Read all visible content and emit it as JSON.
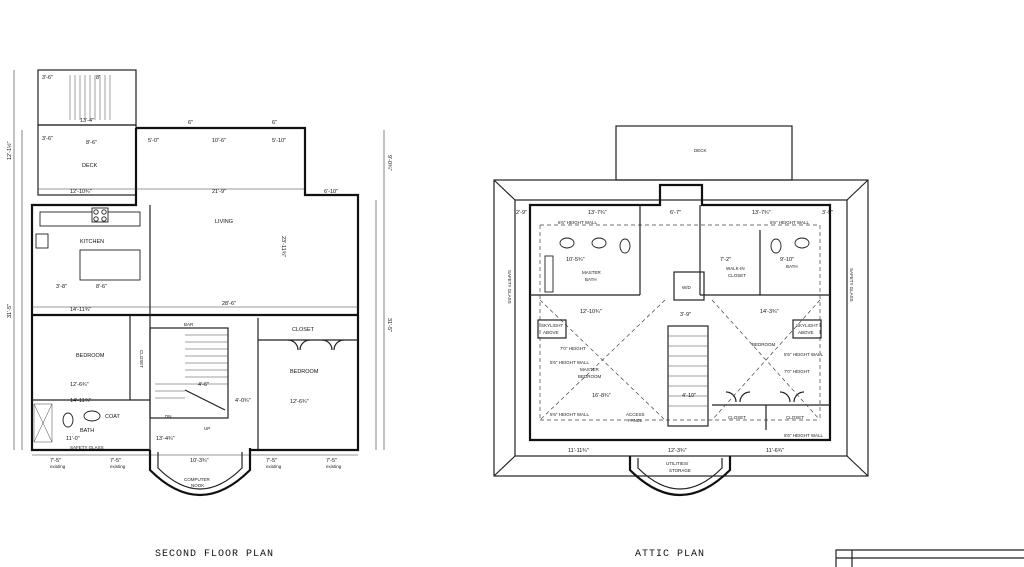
{
  "titles": {
    "second_floor": "SECOND FLOOR PLAN",
    "attic": "ATTIC PLAN"
  },
  "second_floor": {
    "rooms": {
      "deck": "DECK",
      "living": "LIVING",
      "kitchen": "KITCHEN",
      "bedroom_left": "BEDROOM",
      "closet_vertical": "CLOSET",
      "coat": "COAT",
      "bath": "BATH",
      "safety_glass": "SAFETY GLASS",
      "bar": "BAR",
      "dn": "DN",
      "up": "UP",
      "computer_nook_1": "COMPUTER",
      "computer_nook_2": "NOOK",
      "closet_right": "CLOSET",
      "bedroom_right": "BEDROOM"
    },
    "dims": {
      "stair_top": "3'-6\"",
      "stair_top2": "8'",
      "deck_side": "13'-4\"",
      "deck_left": "3'-6\"",
      "deck_mid": "8'-6\"",
      "deck_width": "12'-10¾\"",
      "living_top1": "6\"",
      "living_top2": "6\"",
      "living_a": "5'-0\"",
      "living_b": "10'-6\"",
      "living_c": "5'-10\"",
      "living_width": "21'-9\"",
      "living_right": "6'-10\"",
      "living_depth": "23'-11¾\"",
      "kitchen_a": "3'-8\"",
      "kitchen_b": "8'-6\"",
      "overall_mid": "28'-6\"",
      "bedroom_top": "14'-11¾\"",
      "bedroom_w": "12'-6¾\"",
      "bedroom_b": "14'-11¾\"",
      "stairs_a": "4'-6\"",
      "stairs_b": "4'-0¾\"",
      "bath_w": "11'-0\"",
      "stair_run": "13'-4¾\"",
      "nook": "10'-3¾\"",
      "right_bed_w": "12'-6¾\"",
      "bottom_l": "7'-5\"",
      "bottom_l2": "7'-5\"",
      "bottom_r": "7'-5\"",
      "bottom_r2": "7'-5\"",
      "existing": "existing",
      "left_overall": "31'-5\"",
      "left_upper": "12'-1½\"",
      "right_overall": "31'-5\"",
      "right_upper": "9'-0¾\""
    }
  },
  "attic": {
    "rooms": {
      "deck": "DECK",
      "master_bath_1": "MASTER",
      "master_bath_2": "BATH",
      "master_bedroom_1": "MASTER",
      "master_bedroom_2": "BEDROOM",
      "skylight_left_1": "SKYLIGHT",
      "skylight_left_2": "ABOVE",
      "skylight_right_1": "SKYLIGHT",
      "skylight_right_2": "ABOVE",
      "wd": "W/D",
      "walk_in_1": "WALK-IN",
      "walk_in_2": "CLOSET",
      "bath": "BATH",
      "bedroom": "BEDROOM",
      "closet_a": "CLOSET",
      "closet_b": "CLOSET",
      "access_1": "ACCESS",
      "access_2": "PANEL",
      "utilities_1": "UTILITIES/",
      "utilities_2": "STORAGE",
      "safety_glass_l": "SAFETY GLASS",
      "safety_glass_r": "SAFETY GLASS"
    },
    "notes": {
      "h6_top_l": "6'6\" HEIGHT WALL",
      "h6_top_r": "6'6\" HEIGHT WALL",
      "h7_l": "7'0\" HEIGHT",
      "h5_l": "5'6\" HEIGHT WALL",
      "h5_low_l": "5'6\" HEIGHT WALL",
      "h5_r": "5'6\" HEIGHT WALL",
      "h7_r": "7'0\" HEIGHT",
      "h5_low_r": "5'6\" HEIGHT WALL"
    },
    "dims": {
      "a": "2'-9\"",
      "b": "13'-7¾\"",
      "c": "6'-7\"",
      "d": "13'-7¾\"",
      "e": "3'-9\"",
      "f": "12'-10¾\"",
      "g": "14'-3¾\"",
      "h": "10'-5¾\"",
      "i": "7'-2\"",
      "j": "9'-10\"",
      "k": "16'-8¾\"",
      "l": "11'-11¾\"",
      "m": "12'-3¾\"",
      "n": "11'-6¾\"",
      "o": "4'-10\"",
      "p": "3'-9\""
    }
  }
}
